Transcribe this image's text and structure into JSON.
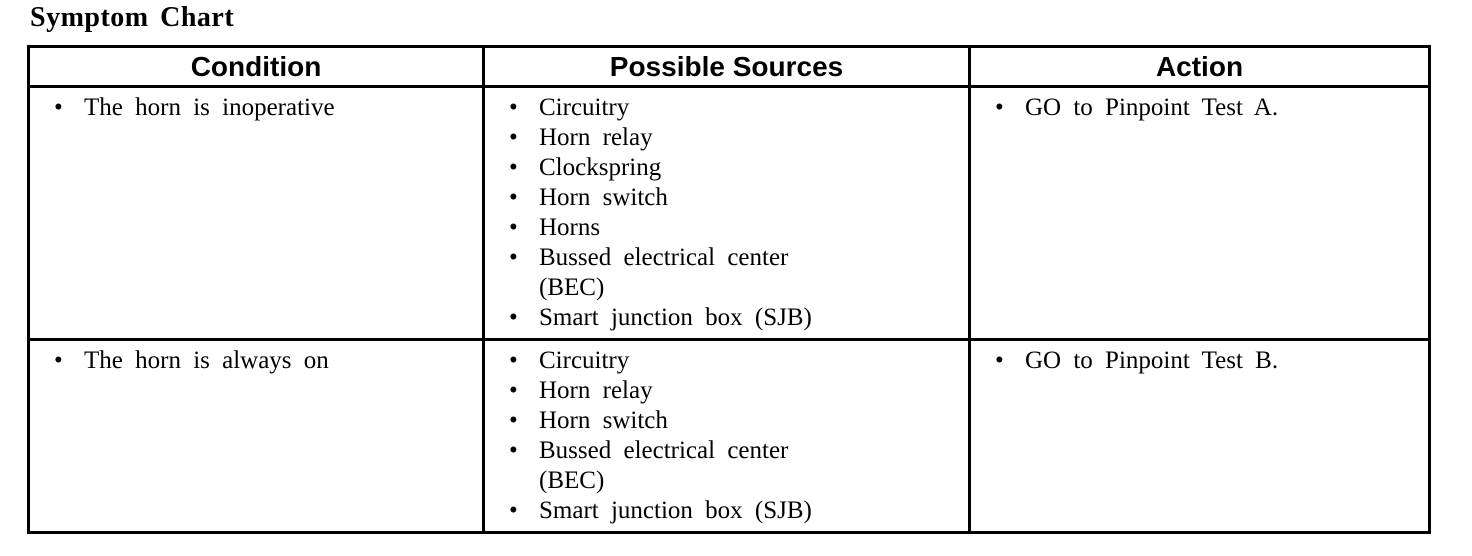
{
  "title": "Symptom Chart",
  "colors": {
    "text": "#000000",
    "border": "#000000",
    "background": "#ffffff"
  },
  "table": {
    "headers": {
      "condition": "Condition",
      "sources": "Possible Sources",
      "action": "Action"
    },
    "rows": [
      {
        "condition": "The horn is inoperative",
        "sources": [
          "Circuitry",
          "Horn relay",
          "Clockspring",
          "Horn switch",
          "Horns",
          "Bussed electrical center\n(BEC)",
          "Smart junction box (SJB)"
        ],
        "action": "GO to Pinpoint Test A."
      },
      {
        "condition": "The horn is always on",
        "sources": [
          "Circuitry",
          "Horn relay",
          "Horn switch",
          "Bussed electrical center\n(BEC)",
          "Smart junction box (SJB)"
        ],
        "action": "GO to Pinpoint Test B."
      }
    ]
  }
}
